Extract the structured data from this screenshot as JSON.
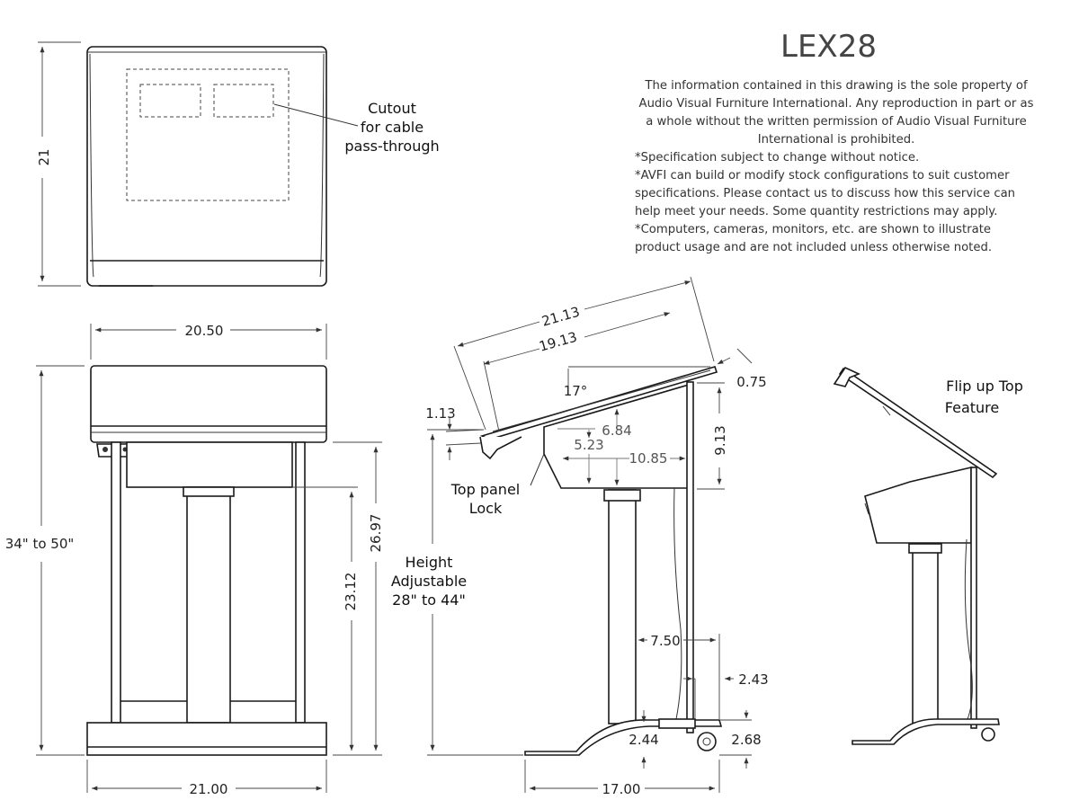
{
  "title": "LEX28",
  "notice": {
    "ownership": "The information contained in this drawing is the sole property of Audio Visual Furniture International. Any reproduction in part or as a whole without the written permission of Audio Visual Furniture International is prohibited.",
    "notes": [
      "*Specification subject to change without notice.",
      "*AVFI can build or modify stock configurations to suit customer specifications. Please contact us to discuss how this service can help meet your needs. Some quantity restrictions may apply.",
      "*Computers, cameras, monitors, etc. are shown to illustrate product usage and are not included unless otherwise noted."
    ]
  },
  "top_view": {
    "depth": "21",
    "cutout_label": [
      "Cutout",
      "for cable",
      "pass-through"
    ]
  },
  "front_view": {
    "top_width": "20.50",
    "overall_height": "34\" to 50\"",
    "dim_26": "26.97",
    "dim_23": "23.12",
    "base_width": "21.00"
  },
  "side_view": {
    "top_length": "21.13",
    "inner_length": "19.13",
    "angle": "17°",
    "thickness": "0.75",
    "lip": "1.13",
    "box_height_1": "6.84",
    "box_height_2": "5.23",
    "box_depth": "10.85",
    "rear_height": "9.13",
    "lock_label": [
      "Top panel",
      "Lock"
    ],
    "height_label": [
      "Height",
      "Adjustable",
      "28\" to 44\""
    ],
    "offset": "7.50",
    "wheel_off": "2.43",
    "base_gap": "2.44",
    "wheel_h": "2.68",
    "base_depth": "17.00"
  },
  "flip_view": {
    "label": [
      "Flip up Top",
      "Feature"
    ]
  }
}
